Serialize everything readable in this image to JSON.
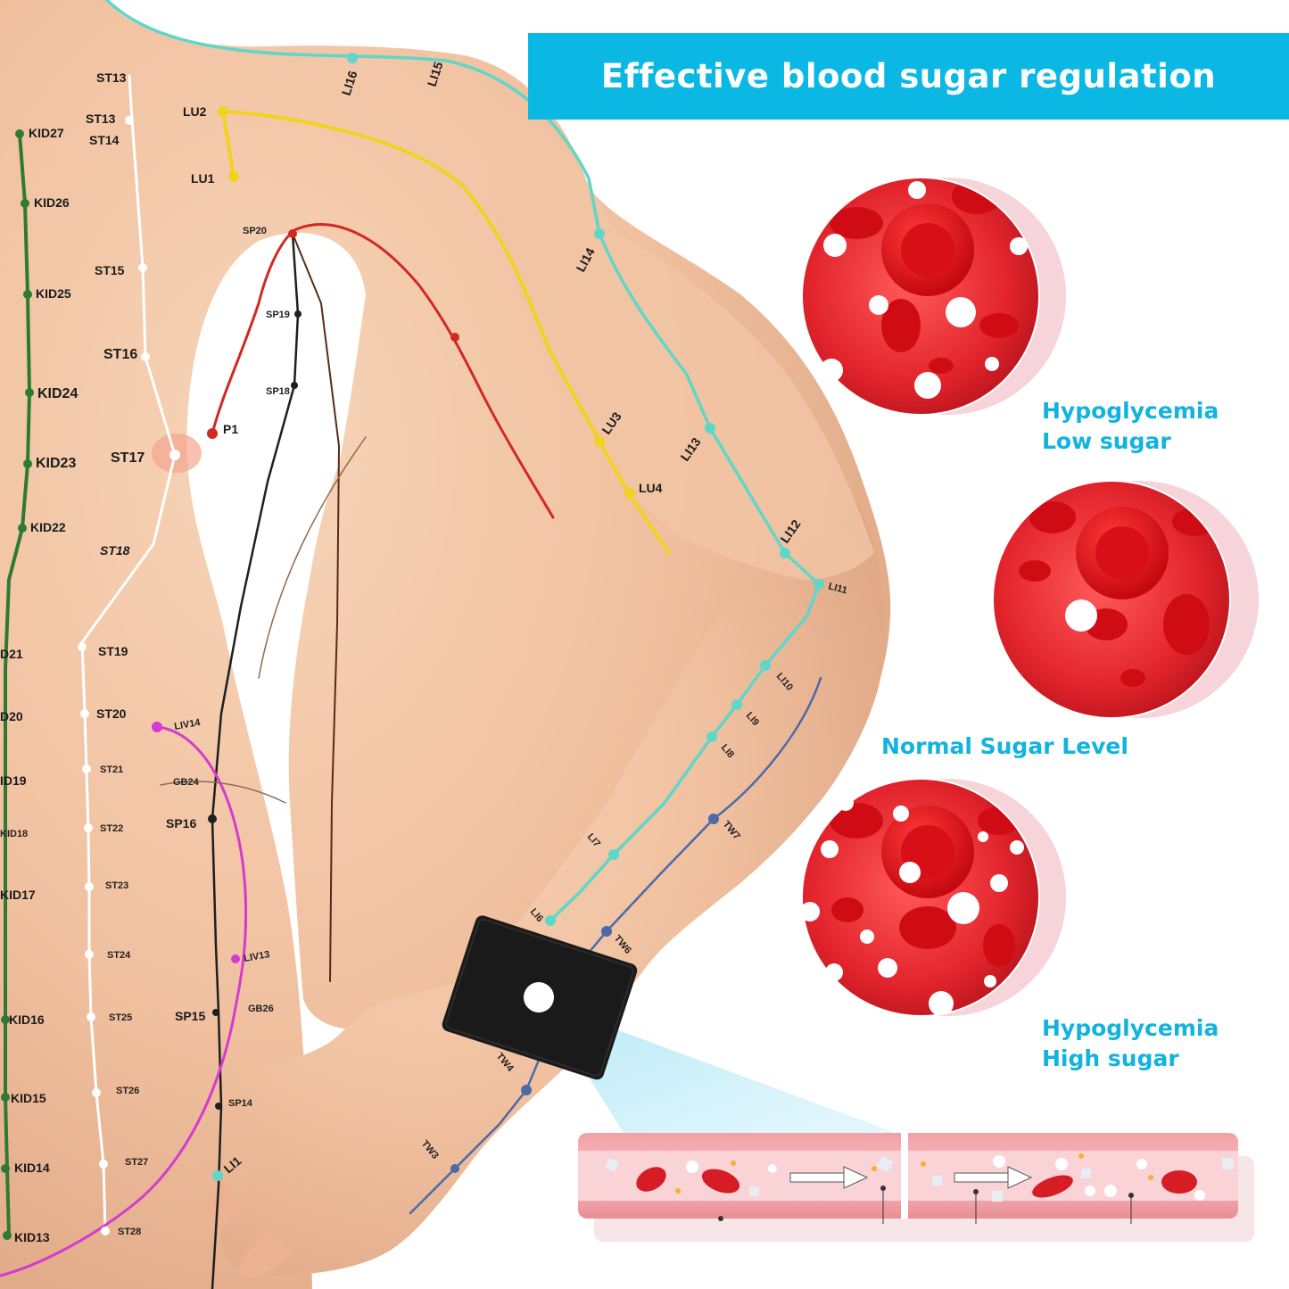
{
  "banner": {
    "title": "Effective blood sugar regulation"
  },
  "captions": {
    "hypo_low_line1": "Hypoglycemia",
    "hypo_low_line2": "Low sugar",
    "normal": "Normal Sugar Level",
    "hypo_high_line1": "Hypoglycemia",
    "hypo_high_line2": "High sugar"
  },
  "meridian_labels": {
    "lu1": "LU1",
    "lu2": "LU2",
    "lu3": "LU3",
    "lu4": "LU4",
    "sp20": "SP20",
    "sp19": "SP19",
    "sp18": "SP18",
    "sp16": "SP16",
    "sp15": "SP15",
    "sp14": "SP14",
    "p1": "P1",
    "st13a": "ST13",
    "st13b": "ST13",
    "st14": "ST14",
    "st15": "ST15",
    "st16": "ST16",
    "st17": "ST17",
    "st18": "ST18",
    "st19": "ST19",
    "st20": "ST20",
    "st21": "ST21",
    "st22": "ST22",
    "st23": "ST23",
    "st24": "ST24",
    "st25": "ST25",
    "st26": "ST26",
    "st27": "ST27",
    "st28": "ST28",
    "kid27": "KID27",
    "kid26": "KID26",
    "kid25": "KID25",
    "kid24": "KID24",
    "kid23": "KID23",
    "kid22": "KID22",
    "kid21": "D21",
    "kid20": "D20",
    "kid19": "ID19",
    "kid18": "KID18",
    "kid17": "KID17",
    "kid16": "KID16",
    "kid15": "KID15",
    "kid14": "KID14",
    "kid13": "KID13",
    "li1": "LI1",
    "li6": "LI6",
    "li7": "LI7",
    "li8": "LI8",
    "li9": "LI9",
    "li10": "LI10",
    "li11": "LI11",
    "li12": "LI12",
    "li13": "LI13",
    "li14": "LI14",
    "li15": "LI15",
    "li16": "LI16",
    "tw3": "TW3",
    "tw4": "TW4",
    "tw6": "TW6",
    "tw7": "TW7",
    "liv13": "LIV13",
    "liv14": "LIV14",
    "gb24": "GB24",
    "gb26": "GB26"
  },
  "colors": {
    "banner": "#0bb8e4",
    "caption": "#12b3df",
    "skin": "#f2c3a2",
    "lung_meridian": "#f1d21e",
    "large_intestine_meridian": "#5fd7c8",
    "stomach_meridian": "#ffffff",
    "kidney_meridian": "#2f7a33",
    "spleen_meridian": "#1f1f1f",
    "pericardium_meridian": "#d02a22",
    "liver_meridian": "#d43bd0",
    "triple_warmer_meridian": "#4b6aa8",
    "wristband": "#1a1a1a",
    "blood_bg": "#d8202a",
    "red_cell": "#e31b23"
  }
}
